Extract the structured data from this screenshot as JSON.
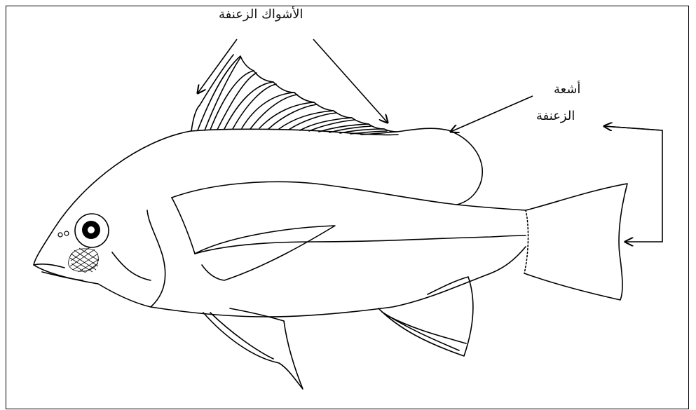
{
  "labels": {
    "fin_spines": "الأشواك الزعنفة",
    "fin_rays_line1": "أشعة",
    "fin_rays_line2": "الزعنفة"
  }
}
